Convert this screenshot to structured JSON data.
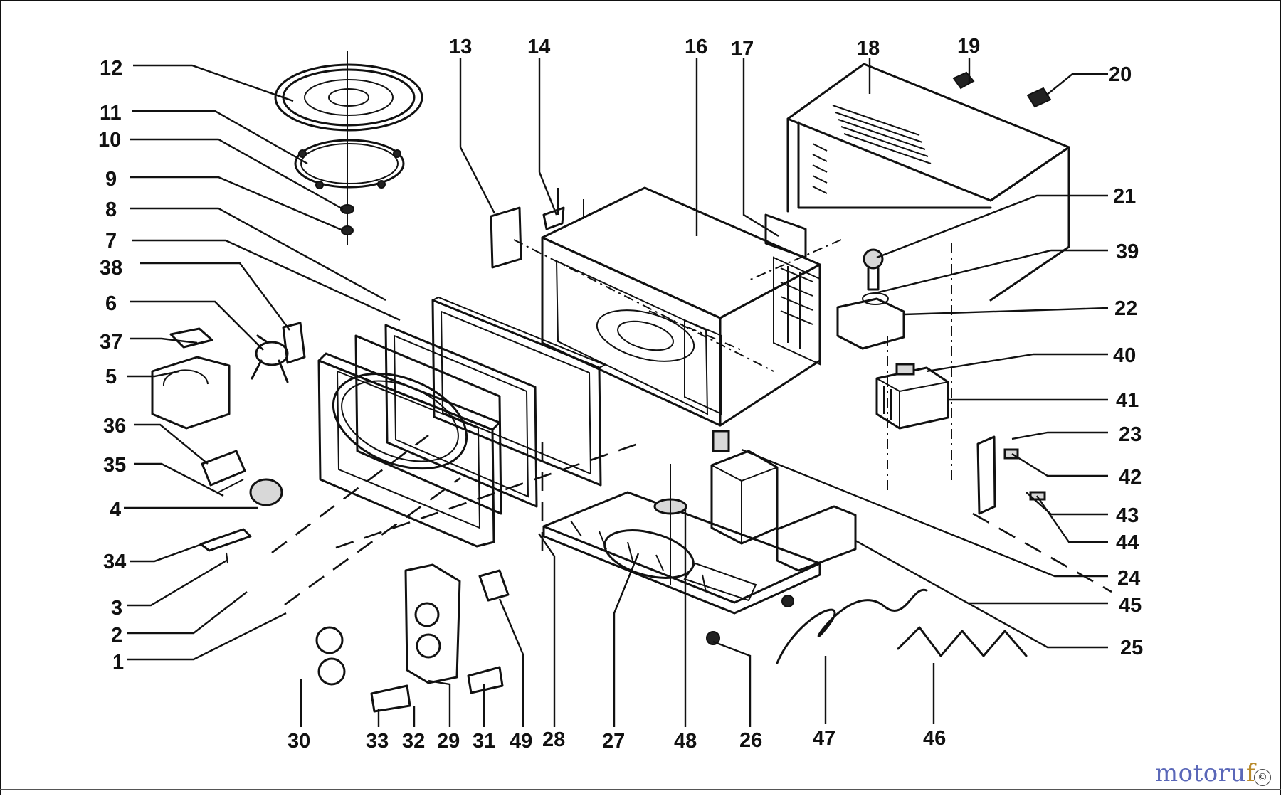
{
  "parts": {
    "p1": "1",
    "p2": "2",
    "p3": "3",
    "p4": "4",
    "p5": "5",
    "p6": "6",
    "p7": "7",
    "p8": "8",
    "p9": "9",
    "p10": "10",
    "p11": "11",
    "p12": "12",
    "p13": "13",
    "p14": "14",
    "p16": "16",
    "p17": "17",
    "p18": "18",
    "p19": "19",
    "p20": "20",
    "p21": "21",
    "p22": "22",
    "p23": "23",
    "p24": "24",
    "p25": "25",
    "p26": "26",
    "p27": "27",
    "p28": "28",
    "p29": "29",
    "p30": "30",
    "p31": "31",
    "p32": "32",
    "p33": "33",
    "p34": "34",
    "p35": "35",
    "p36": "36",
    "p37": "37",
    "p38": "38",
    "p39": "39",
    "p40": "40",
    "p41": "41",
    "p42": "42",
    "p43": "43",
    "p44": "44",
    "p45": "45",
    "p46": "46",
    "p47": "47",
    "p48": "48",
    "p49": "49"
  },
  "watermark": {
    "part_a": "motoru",
    "part_b": "f"
  },
  "copyright_symbol": "©",
  "colors": {
    "line": "#111111",
    "background": "#ffffff",
    "watermark_blue": "#5a67b8",
    "watermark_gold": "#b88a2a"
  }
}
